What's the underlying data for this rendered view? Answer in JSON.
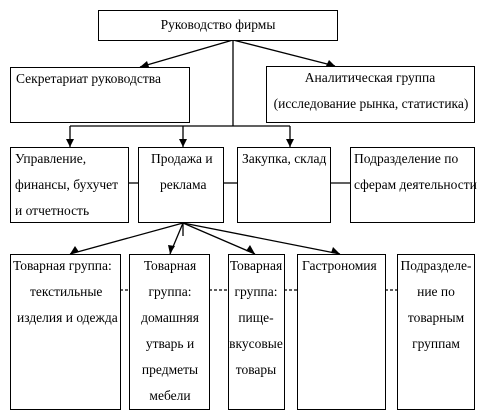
{
  "diagram": {
    "root": "Руководство фирмы",
    "staff": {
      "secretariat": "Секретариат руководства",
      "analytics": [
        "Аналитическая группа",
        "(исследование рынка, статистика)"
      ]
    },
    "departments": [
      [
        "Управление,",
        "финансы, бухучет",
        "и отчетность"
      ],
      [
        "Продажа и",
        "реклама"
      ],
      [
        "Закупка, склад"
      ],
      [
        "Подразделение по",
        "сферам деятельности"
      ]
    ],
    "product_groups": [
      [
        "Товарная группа:",
        "текстильные",
        "изделия и одежда"
      ],
      [
        "Товарная",
        "группа:",
        "домашняя",
        "утварь и",
        "предметы",
        "мебели"
      ],
      [
        "Товарная",
        "группа:",
        "пище-",
        "вкусовые",
        "товары"
      ],
      [
        "Гастрономия"
      ],
      [
        "Подразделе-",
        "ние по",
        "товарным",
        "группам"
      ]
    ]
  }
}
